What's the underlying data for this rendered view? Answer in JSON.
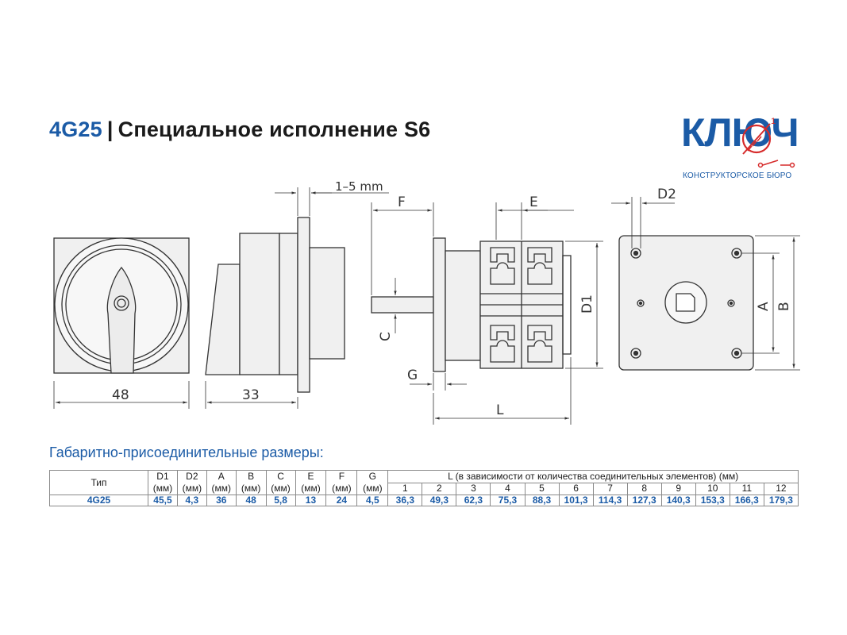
{
  "title": {
    "model": "4G25",
    "separator": "|",
    "text": "Специальное исполнение S6"
  },
  "logo": {
    "word": "КЛЮЧ",
    "subtitle": "КОНСТРУКТОРСКОЕ БЮРО",
    "mark": "1"
  },
  "drawing": {
    "dim_48": "48",
    "dim_33": "33",
    "dim_gap": "1–5 mm",
    "dim_F": "F",
    "dim_E": "E",
    "dim_C": "C",
    "dim_G": "G",
    "dim_L": "L",
    "dim_D1": "D1",
    "dim_D2": "D2",
    "dim_A": "A",
    "dim_B": "B"
  },
  "table": {
    "caption": "Габаритно-присоединительные размеры:",
    "type_header": "Тип",
    "columns": [
      {
        "name": "D1",
        "unit": "(мм)"
      },
      {
        "name": "D2",
        "unit": "(мм)"
      },
      {
        "name": "A",
        "unit": "(мм)"
      },
      {
        "name": "B",
        "unit": "(мм)"
      },
      {
        "name": "C",
        "unit": "(мм)"
      },
      {
        "name": "E",
        "unit": "(мм)"
      },
      {
        "name": "F",
        "unit": "(мм)"
      },
      {
        "name": "G",
        "unit": "(мм)"
      }
    ],
    "l_header": "L (в зависимости от количества соединительных элементов) (мм)",
    "l_counts": [
      "1",
      "2",
      "3",
      "4",
      "5",
      "6",
      "7",
      "8",
      "9",
      "10",
      "11",
      "12"
    ],
    "row": {
      "type": "4G25",
      "values": [
        "45,5",
        "4,3",
        "36",
        "48",
        "5,8",
        "13",
        "24",
        "4,5"
      ],
      "l_values": [
        "36,3",
        "49,3",
        "62,3",
        "75,3",
        "88,3",
        "101,3",
        "114,3",
        "127,3",
        "140,3",
        "153,3",
        "166,3",
        "179,3"
      ]
    }
  }
}
